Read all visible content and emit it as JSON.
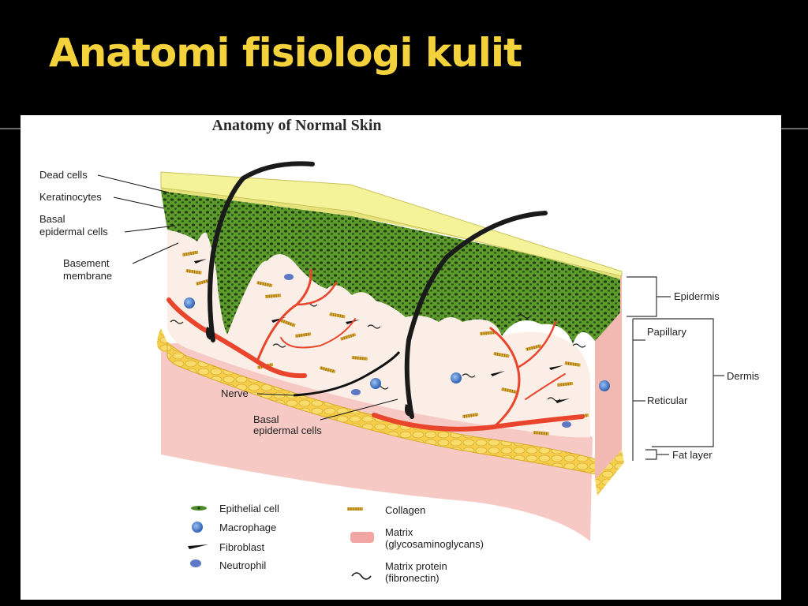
{
  "slide": {
    "title": "Anatomi fisiologi kulit"
  },
  "figure": {
    "title": "Anatomy of Normal Skin",
    "left_labels": [
      {
        "key": "dead",
        "lines": [
          "Dead cells"
        ]
      },
      {
        "key": "kera",
        "lines": [
          "Keratinocytes"
        ]
      },
      {
        "key": "basal-top",
        "lines": [
          "Basal",
          "epidermal cells"
        ]
      },
      {
        "key": "basement",
        "lines": [
          "Basement",
          "membrane"
        ]
      },
      {
        "key": "nerve",
        "lines": [
          "Nerve"
        ]
      },
      {
        "key": "basal-bottom",
        "lines": [
          "Basal",
          "epidermal cells"
        ]
      }
    ],
    "right_labels": {
      "epidermis": "Epidermis",
      "papillary": "Papillary",
      "reticular": "Reticular",
      "dermis": "Dermis",
      "fat": "Fat layer"
    },
    "legend": [
      {
        "icon": "epithelial-cell-icon",
        "lines": [
          "Epithelial cell"
        ]
      },
      {
        "icon": "macrophage-icon",
        "lines": [
          "Macrophage"
        ]
      },
      {
        "icon": "fibroblast-icon",
        "lines": [
          "Fibroblast"
        ]
      },
      {
        "icon": "neutrophil-icon",
        "lines": [
          "Neutrophil"
        ]
      },
      {
        "icon": "collagen-icon",
        "lines": [
          "Collagen"
        ]
      },
      {
        "icon": "matrix-icon",
        "lines": [
          "Matrix",
          "(glycosaminoglycans)"
        ]
      },
      {
        "icon": "matrix-protein-icon",
        "lines": [
          "Matrix protein",
          "(fibronectin)"
        ]
      }
    ],
    "colors": {
      "stratum_corneum": "#f4f39a",
      "epidermis_green": "#5d9b2c",
      "dermis_pink": "#f6c9c4",
      "dermis_light": "#fbeee6",
      "fat_yellow": "#f5d04a",
      "vessel_red": "#e8452c",
      "hair": "#1a1a1a",
      "collagen": "#d7a632",
      "macrophage": "#4c7fcf"
    }
  }
}
